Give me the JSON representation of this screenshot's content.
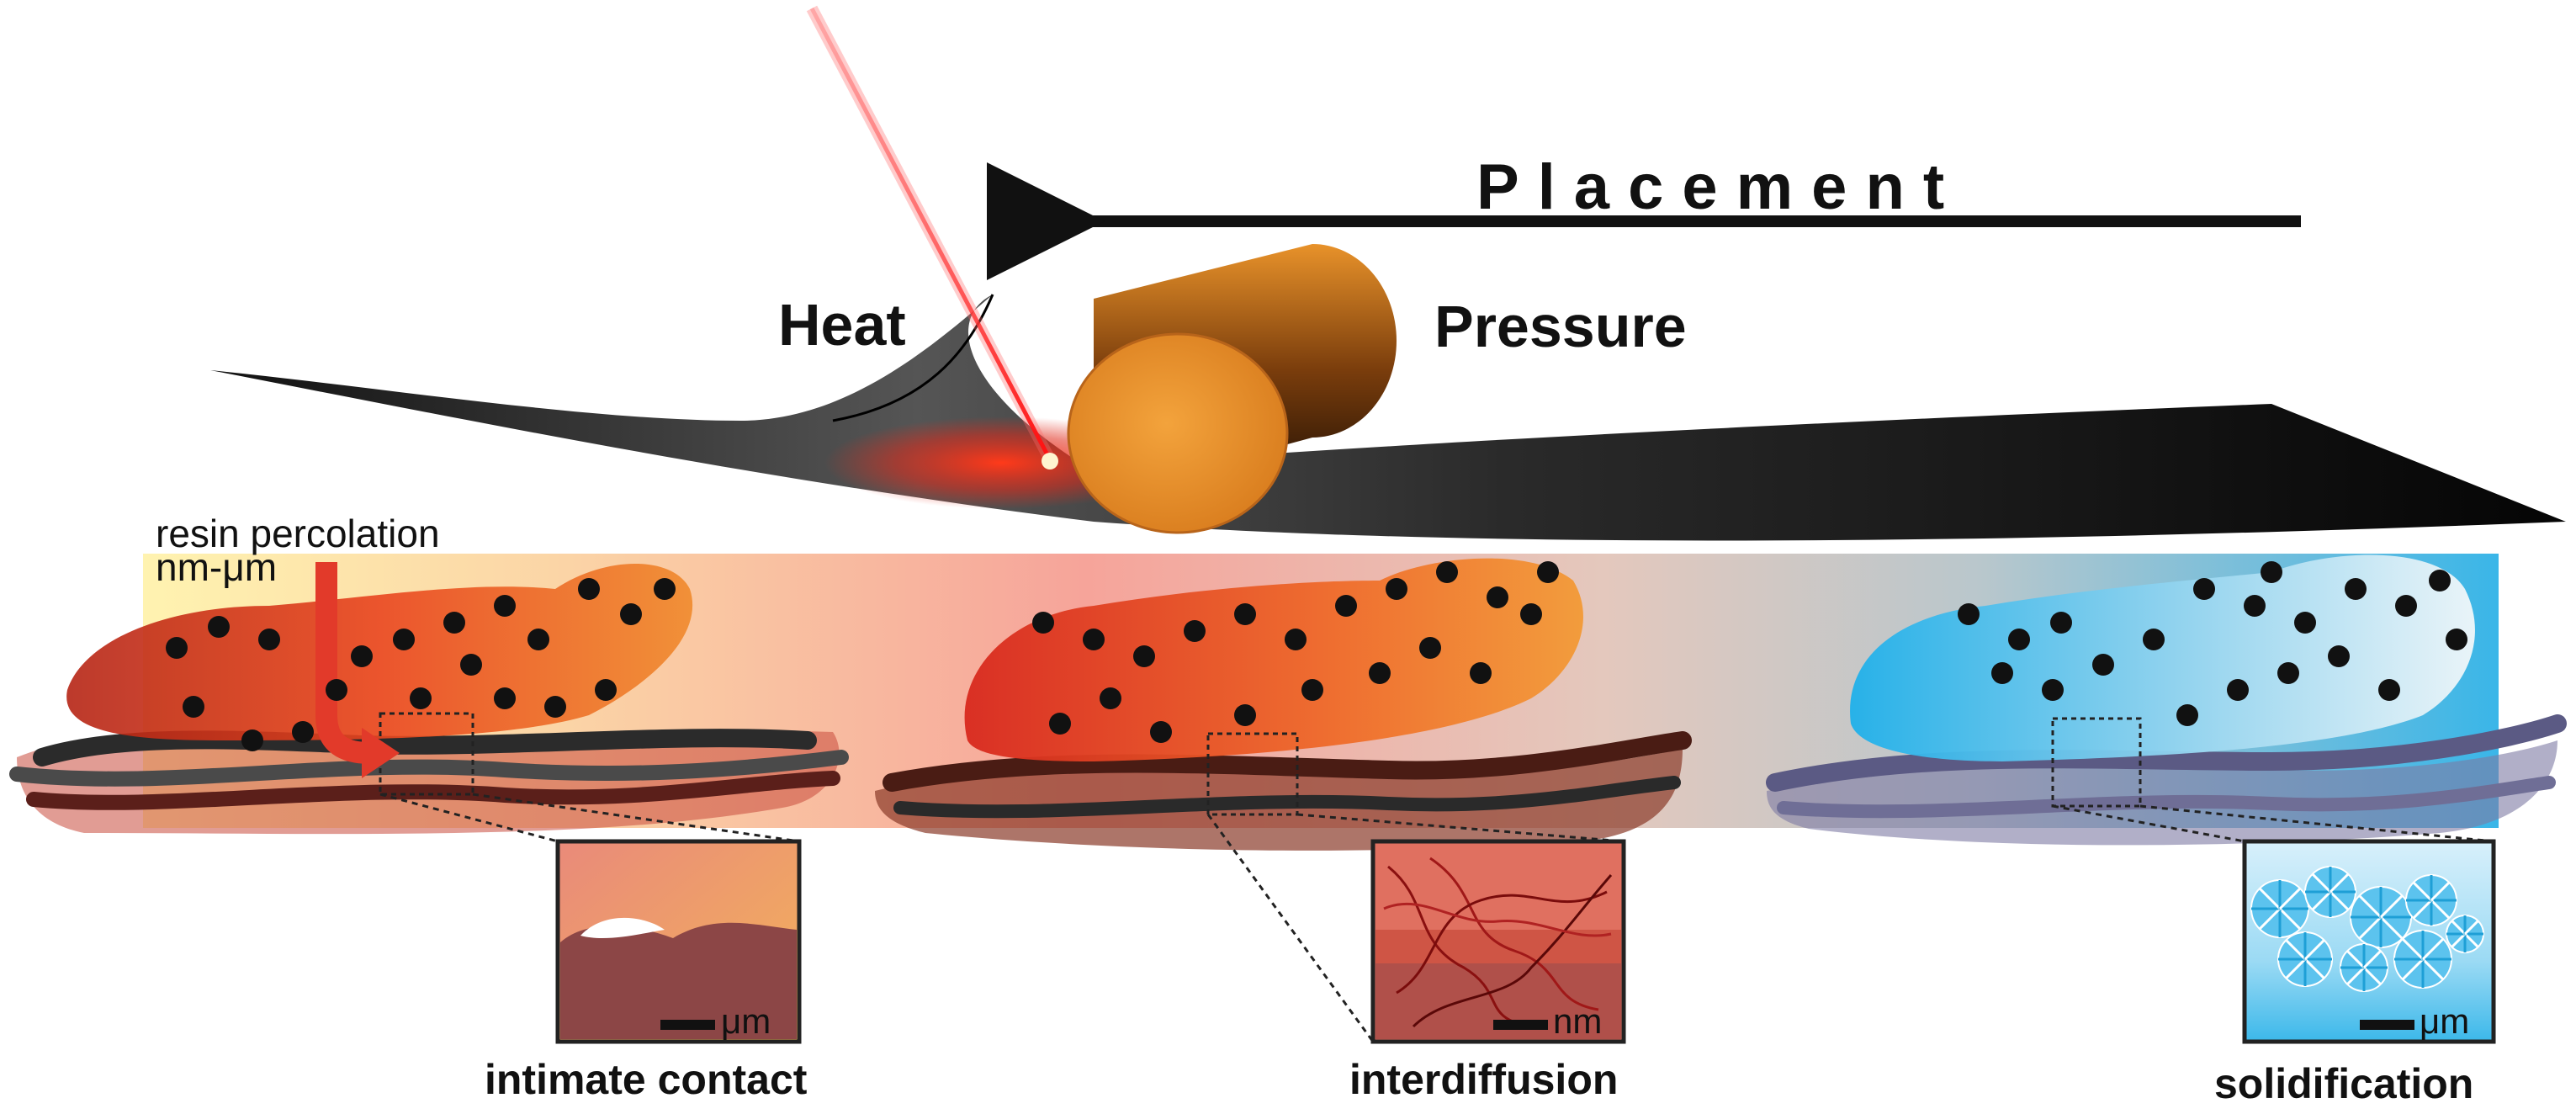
{
  "labels": {
    "placement": "Placement",
    "heat": "Heat",
    "pressure": "Pressure",
    "resin_percolation": "resin percolation",
    "resin_scale": "nm-μm",
    "stage1": "intimate contact",
    "stage2": "interdiffusion",
    "stage3": "solidification",
    "scale1": "μm",
    "scale2": "nm",
    "scale3": "μm"
  },
  "colors": {
    "laser": "#ff2020",
    "roller": "#e8922a",
    "tape": "#1a1a1a",
    "hot": "#e02a1a",
    "cool": "#29b6e6",
    "fiber": "#3a3a3a",
    "dot": "#111111"
  }
}
